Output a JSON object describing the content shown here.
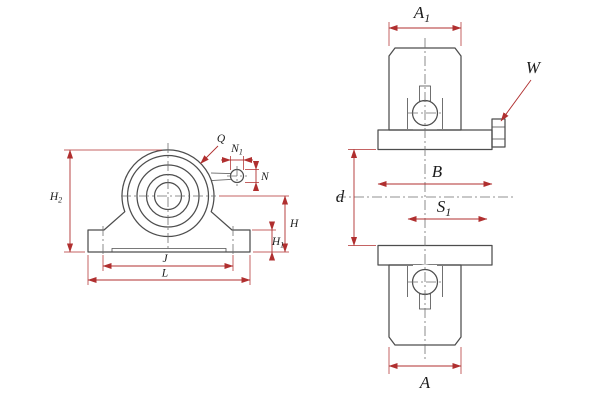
{
  "drawing": {
    "type": "technical-drawing",
    "subject": "pillow block bearing unit, front view and cross-section with dimension labels"
  },
  "colors": {
    "line": "#4d4d4d",
    "dimension": "#b02f2f",
    "hatch_light": "#ababab",
    "hatch_dense": "#9a9a9a",
    "background": "#ffffff",
    "text": "#1c1c1c"
  },
  "views": {
    "front": {
      "name": "front-view",
      "labels": {
        "H2": {
          "main": "H",
          "sub": "2"
        },
        "Q": {
          "main": "Q",
          "sub": ""
        },
        "N1": {
          "main": "N",
          "sub": "1"
        },
        "N": {
          "main": "N",
          "sub": ""
        },
        "H": {
          "main": "H",
          "sub": ""
        },
        "H1": {
          "main": "H",
          "sub": "1"
        },
        "J": {
          "main": "J",
          "sub": ""
        },
        "L": {
          "main": "L",
          "sub": ""
        }
      }
    },
    "section": {
      "name": "section-view",
      "labels": {
        "A1": {
          "main": "A",
          "sub": "1"
        },
        "W": {
          "main": "W",
          "sub": ""
        },
        "B": {
          "main": "B",
          "sub": ""
        },
        "d": {
          "main": "d",
          "sub": ""
        },
        "S1": {
          "main": "S",
          "sub": "1"
        },
        "A": {
          "main": "A",
          "sub": ""
        }
      }
    }
  }
}
